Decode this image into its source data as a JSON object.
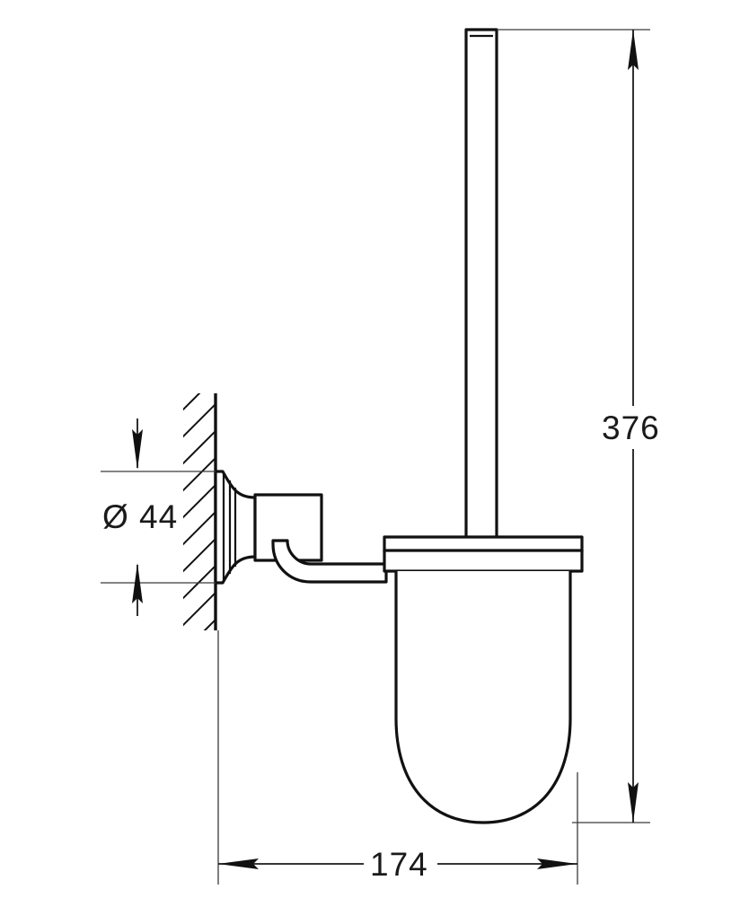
{
  "drawing": {
    "title": "Toilet brush set wall-mounted technical dimension drawing",
    "units_note": "",
    "background_color": "#ffffff",
    "line_color": "#111111",
    "dimension_text_color": "#1a1a1a"
  },
  "dimensions": {
    "height": {
      "label": "376",
      "name": "overall-height",
      "orientation": "vertical",
      "position": "right"
    },
    "diameter": {
      "label": "Ø 44",
      "symbol": "Ø",
      "value": "44",
      "name": "flange-diameter",
      "orientation": "vertical",
      "position": "left"
    },
    "depth": {
      "label": "174",
      "name": "overall-projection",
      "orientation": "horizontal",
      "position": "bottom"
    }
  },
  "parts": {
    "wall": "wall-section-hatching",
    "flange": "wall-mount-flange",
    "arm": "support-arm",
    "bracket": "curved-bracket",
    "collar": "glass-holder-collar",
    "glass": "frosted-glass-container",
    "handle": "brush-handle-rod"
  }
}
